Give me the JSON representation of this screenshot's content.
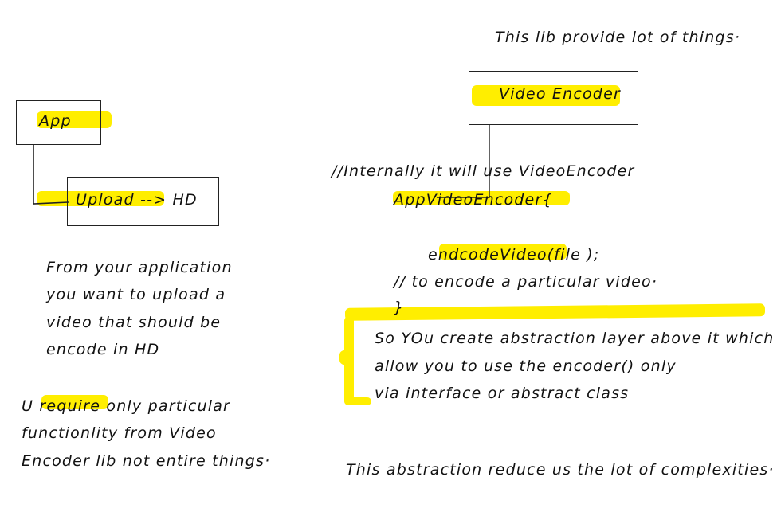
{
  "colors": {
    "highlight": "#ffee00",
    "ink": "#111111",
    "background": "#ffffff"
  },
  "left": {
    "app_label": "App",
    "upload_label": "Upload --> HD",
    "description": [
      "From your application",
      "you want to upload a",
      "video that should be",
      "encode in HD"
    ],
    "requirement": [
      "U require only particular",
      "functionlity from Video",
      "Encoder lib not entire things·"
    ]
  },
  "right": {
    "lib_note": "This lib provide lot of things·",
    "video_encoder_label": "Video Encoder",
    "code": [
      "//Internally it will use VideoEncoder",
      "AppVideoEncoder{",
      "endcodeVideo(file );",
      "// to encode a particular video·",
      "}"
    ],
    "abstraction_note": [
      "So YOu create abstraction layer above it which",
      "allow you to use the encoder() only",
      "via interface or abstract class"
    ],
    "conclusion": "This abstraction reduce us the lot of complexities·"
  }
}
